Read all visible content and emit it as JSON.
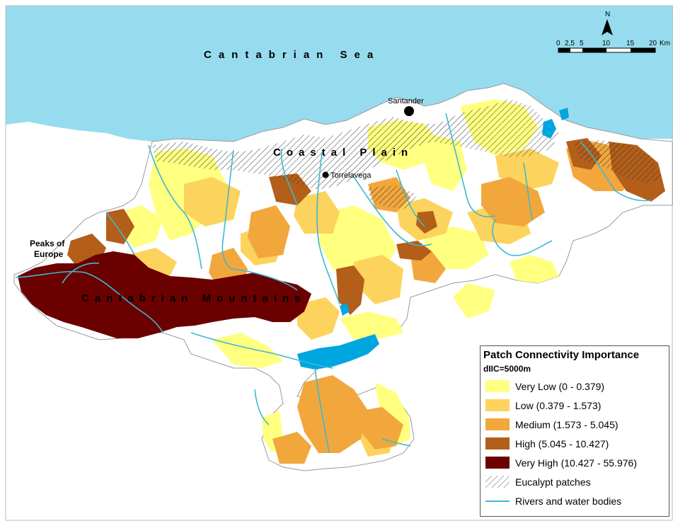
{
  "map": {
    "sea_label": "Cantabrian Sea",
    "coastal_label": "Coastal Plain",
    "mountains_label": "Cantabrian Mountains",
    "peaks_line1": "Peaks of",
    "peaks_line2": "Europe",
    "cities": [
      {
        "name": "Santander"
      },
      {
        "name": "Torrelavega"
      }
    ],
    "north_label": "N",
    "scale": {
      "ticks": [
        "0",
        "2,5",
        "5",
        "10",
        "15",
        "20"
      ],
      "unit": "Km"
    },
    "colors": {
      "sea": "#97dbef",
      "land_base": "#ffffff",
      "outside_land": "#ffffff",
      "river": "#3fb8cf",
      "water_body": "#00a6e0"
    }
  },
  "legend": {
    "title": "Patch Connectivity Importance",
    "subtitle": "dIIC=5000m",
    "items": [
      {
        "label": "Very Low (0 - 0.379)",
        "color": "#ffff80",
        "type": "fill"
      },
      {
        "label": "Low (0.379 - 1.573)",
        "color": "#fcd35c",
        "type": "fill"
      },
      {
        "label": "Medium (1.573 - 5.045)",
        "color": "#f2a73c",
        "type": "fill"
      },
      {
        "label": "High (5.045 - 10.427)",
        "color": "#b35e19",
        "type": "fill"
      },
      {
        "label": "Very High (10.427 - 55.976)",
        "color": "#6b0000",
        "type": "fill"
      },
      {
        "label": "Eucalypt patches",
        "color": "#000000",
        "type": "hatch"
      },
      {
        "label": "Rivers and water bodies",
        "color": "#3fb8cf",
        "type": "line"
      }
    ]
  }
}
